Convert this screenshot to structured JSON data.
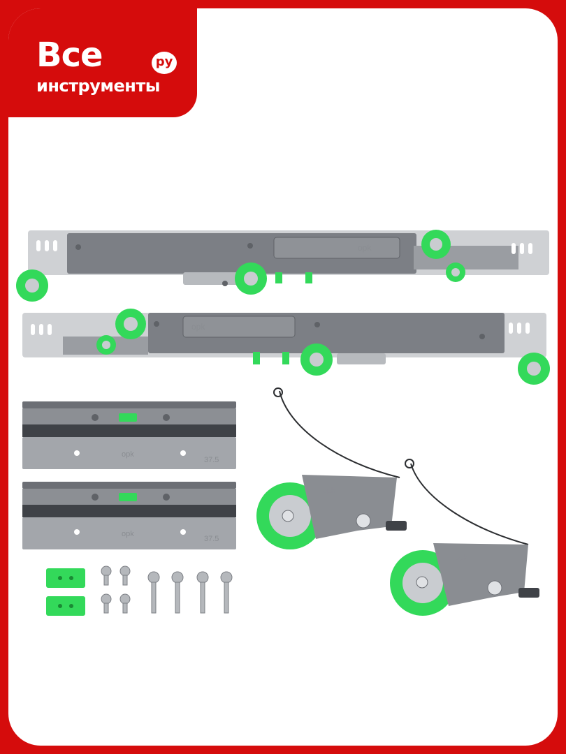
{
  "brand": {
    "name_line1": "Все",
    "name_line2": "инструменты",
    "domain_badge": "ру",
    "color_red": "#d50c0c",
    "color_white": "#ffffff"
  },
  "product_markings": {
    "logo_mark": "opk",
    "rail_length_mark": "37.5"
  },
  "colors": {
    "metal": "#7c7f85",
    "metal_light": "#a5a8ad",
    "wheel_green": "#33d95a",
    "wheel_hub": "#c9ccd0",
    "plate": "#d7d9dc"
  }
}
